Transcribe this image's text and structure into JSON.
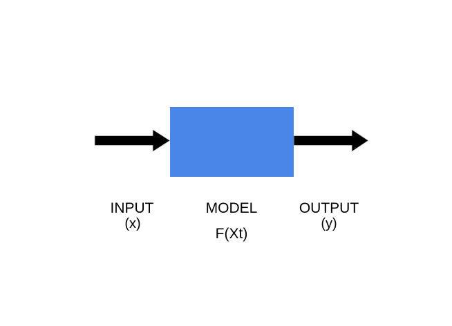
{
  "diagram": {
    "background_color": "#ffffff",
    "box_color": "#4a86e8",
    "arrow_color": "#000000",
    "text_color": "#000000",
    "labels": {
      "input": {
        "title": "INPUT",
        "subtitle": "(x)"
      },
      "model": {
        "title": "MODEL",
        "subtitle": "F(Xt)"
      },
      "output": {
        "title": "OUTPUT",
        "subtitle": "(y)"
      }
    }
  }
}
